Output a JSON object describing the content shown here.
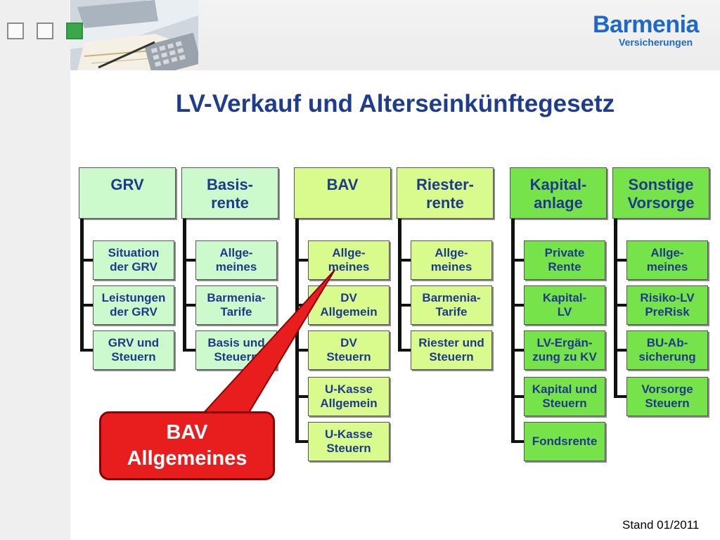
{
  "logo": {
    "name": "Barmenia",
    "subtitle": "Versicherungen"
  },
  "title": "LV-Verkauf und Alterseinkünftegesetz",
  "footer": {
    "stand": "Stand 01/2011"
  },
  "callout": {
    "text": "BAV\nAllgemeines"
  },
  "colors": {
    "title": "#1f3d8f",
    "box_text": "#1e3a8a",
    "pale_green": "#cdfacd",
    "lime": "#d9fb8e",
    "bright_green": "#77e34a",
    "callout_red": "#e81e1e",
    "logo_blue": "#1d69c9"
  },
  "columns": [
    {
      "id": "grv",
      "header": "GRV",
      "header_color": "pale_green",
      "items": [
        {
          "label": "Situation\nder GRV",
          "color": "pale_green"
        },
        {
          "label": "Leistungen\nder GRV",
          "color": "pale_green"
        },
        {
          "label": "GRV und\nSteuern",
          "color": "pale_green"
        }
      ]
    },
    {
      "id": "basisrente",
      "header": "Basis-\nrente",
      "header_color": "pale_green",
      "items": [
        {
          "label": "Allge-\nmeines",
          "color": "pale_green"
        },
        {
          "label": "Barmenia-\nTarife",
          "color": "pale_green"
        },
        {
          "label": "Basis und\nSteuern",
          "color": "pale_green"
        }
      ]
    },
    {
      "id": "bav",
      "header": "BAV",
      "header_color": "lime",
      "items": [
        {
          "label": "Allge-\nmeines",
          "color": "lime"
        },
        {
          "label": "DV\nAllgemein",
          "color": "lime"
        },
        {
          "label": "DV\nSteuern",
          "color": "lime"
        },
        {
          "label": "U-Kasse\nAllgemein",
          "color": "lime"
        },
        {
          "label": "U-Kasse\nSteuern",
          "color": "lime"
        }
      ]
    },
    {
      "id": "riesterrente",
      "header": "Riester-\nrente",
      "header_color": "lime",
      "items": [
        {
          "label": "Allge-\nmeines",
          "color": "lime"
        },
        {
          "label": "Barmenia-\nTarife",
          "color": "lime"
        },
        {
          "label": "Riester und\nSteuern",
          "color": "lime"
        }
      ]
    },
    {
      "id": "kapitalanlage",
      "header": "Kapital-\nanlage",
      "header_color": "bright_green",
      "items": [
        {
          "label": "Private\nRente",
          "color": "bright_green"
        },
        {
          "label": "Kapital-\nLV",
          "color": "bright_green"
        },
        {
          "label": "LV-Ergän-\nzung zu KV",
          "color": "bright_green"
        },
        {
          "label": "Kapital und\nSteuern",
          "color": "bright_green"
        },
        {
          "label": "Fondsrente",
          "color": "bright_green"
        }
      ]
    },
    {
      "id": "sonstige-vorsorge",
      "header": "Sonstige\nVorsorge",
      "header_color": "bright_green",
      "items": [
        {
          "label": "Allge-\nmeines",
          "color": "bright_green"
        },
        {
          "label": "Risiko-LV\nPreRisk",
          "color": "bright_green"
        },
        {
          "label": "BU-Ab-\nsicherung",
          "color": "bright_green"
        },
        {
          "label": "Vorsorge\nSteuern",
          "color": "bright_green"
        }
      ]
    }
  ]
}
